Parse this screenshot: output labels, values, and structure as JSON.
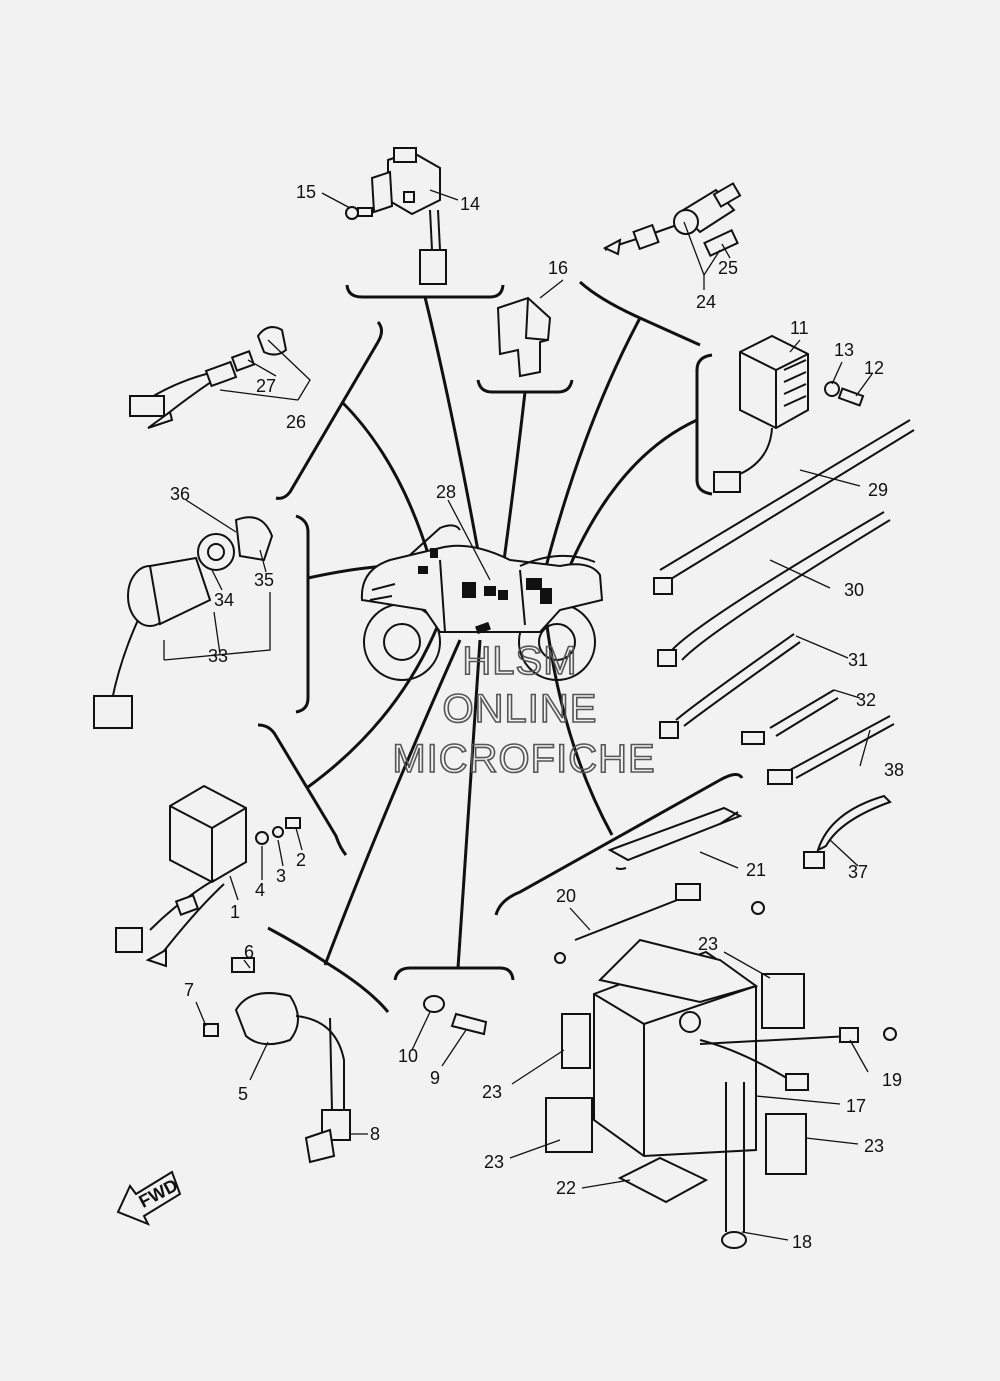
{
  "callouts": [
    {
      "id": "c1",
      "text": "1"
    },
    {
      "id": "c2",
      "text": "2"
    },
    {
      "id": "c3",
      "text": "3"
    },
    {
      "id": "c4",
      "text": "4"
    },
    {
      "id": "c5",
      "text": "5"
    },
    {
      "id": "c6",
      "text": "6"
    },
    {
      "id": "c7",
      "text": "7"
    },
    {
      "id": "c8",
      "text": "8"
    },
    {
      "id": "c9",
      "text": "9"
    },
    {
      "id": "c10",
      "text": "10"
    },
    {
      "id": "c11",
      "text": "11"
    },
    {
      "id": "c12",
      "text": "12"
    },
    {
      "id": "c13",
      "text": "13"
    },
    {
      "id": "c14",
      "text": "14"
    },
    {
      "id": "c15",
      "text": "15"
    },
    {
      "id": "c16",
      "text": "16"
    },
    {
      "id": "c17",
      "text": "17"
    },
    {
      "id": "c18",
      "text": "18"
    },
    {
      "id": "c19",
      "text": "19"
    },
    {
      "id": "c20",
      "text": "20"
    },
    {
      "id": "c21",
      "text": "21"
    },
    {
      "id": "c22",
      "text": "22"
    },
    {
      "id": "c23a",
      "text": "23"
    },
    {
      "id": "c23b",
      "text": "23"
    },
    {
      "id": "c23c",
      "text": "23"
    },
    {
      "id": "c23d",
      "text": "23"
    },
    {
      "id": "c24",
      "text": "24"
    },
    {
      "id": "c25",
      "text": "25"
    },
    {
      "id": "c26",
      "text": "26"
    },
    {
      "id": "c27",
      "text": "27"
    },
    {
      "id": "c28",
      "text": "28"
    },
    {
      "id": "c29",
      "text": "29"
    },
    {
      "id": "c30",
      "text": "30"
    },
    {
      "id": "c31",
      "text": "31"
    },
    {
      "id": "c32",
      "text": "32"
    },
    {
      "id": "c33",
      "text": "33"
    },
    {
      "id": "c34",
      "text": "34"
    },
    {
      "id": "c35",
      "text": "35"
    },
    {
      "id": "c36",
      "text": "36"
    },
    {
      "id": "c37",
      "text": "37"
    },
    {
      "id": "c38",
      "text": "38"
    }
  ],
  "watermark": {
    "line1": "HLSM",
    "line2": "ONLINE",
    "line3": "MICROFICHE"
  },
  "fwd_label": "FWD",
  "colors": {
    "background": "#f2f2f2",
    "ink": "#111111",
    "watermark": "#555555"
  }
}
